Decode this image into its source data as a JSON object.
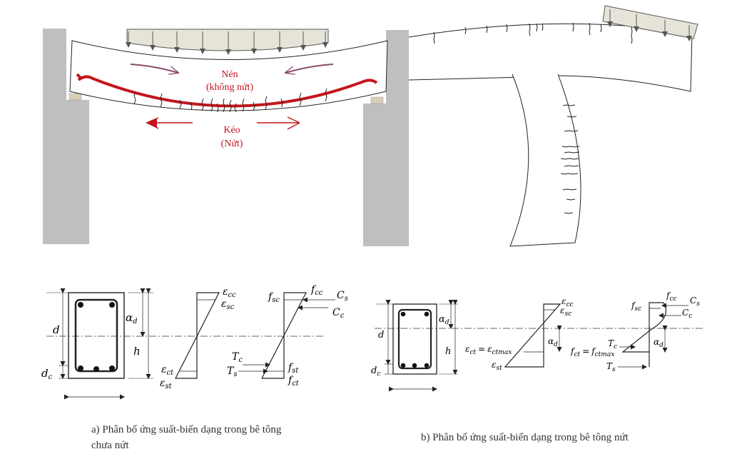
{
  "colors": {
    "support": "#bfbfbf",
    "load_fill": "#e6e4d8",
    "tension_red": "#c4151c",
    "line": "#222222",
    "crack_arrow": "#7a4a5e"
  },
  "beam": {
    "compression_label_line1": "Nén",
    "compression_label_line2": "(không nứt)",
    "tension_label_line1": "Kéo",
    "tension_label_line2": "(Nứt)"
  },
  "section_a": {
    "dim_d": "d",
    "dim_dc_main": "d",
    "dim_dc_sub": "c",
    "dim_h": "h",
    "dim_alpha_main": "α",
    "dim_alpha_sub": "d",
    "strain_top1_main": "ε",
    "strain_top1_sub": "cc",
    "strain_top2_main": "ε",
    "strain_top2_sub": "sc",
    "strain_bot1_main": "ε",
    "strain_bot1_sub": "ct",
    "strain_bot2_main": "ε",
    "strain_bot2_sub": "st",
    "stress_fsc_main": "f",
    "stress_fsc_sub": "sc",
    "stress_fcc_main": "f",
    "stress_fcc_sub": "cc",
    "force_cs_main": "C",
    "force_cs_sub": "s",
    "force_cc_main": "C",
    "force_cc_sub": "c",
    "force_tc_main": "T",
    "force_tc_sub": "c",
    "force_ts_main": "T",
    "force_ts_sub": "s",
    "stress_fst_main": "f",
    "stress_fst_sub": "st",
    "stress_fct_main": "f",
    "stress_fct_sub": "ct",
    "caption_line1": "a) Phân bố ứng suất-biến dạng trong bê tông",
    "caption_line2": "chưa nứt"
  },
  "section_b": {
    "dim_d": "d",
    "dim_dc_main": "d",
    "dim_dc_sub": "c",
    "dim_h": "h",
    "dim_alpha_main": "α",
    "dim_alpha_sub": "d",
    "strain_cc_main": "ε",
    "strain_cc_sub": "cc",
    "strain_sc_main": "ε",
    "strain_sc_sub": "sc",
    "strain_ct_main": "ε",
    "strain_ct_sub": "ct",
    "eq_sign": "=",
    "strain_ctmax_main": "ε",
    "strain_ctmax_sub": "ctmax",
    "strain_st_main": "ε",
    "strain_st_sub": "st",
    "alpha2_main": "α",
    "alpha2_sub": "d",
    "stress_fcc_main": "f",
    "stress_fcc_sub": "cc",
    "stress_fsc_main": "f",
    "stress_fsc_sub": "sc",
    "force_cs_main": "C",
    "force_cs_sub": "s",
    "force_cc_main": "C",
    "force_cc_sub": "c",
    "force_tc_main": "T",
    "force_tc_sub": "c",
    "stress_fct_main": "f",
    "stress_fct_sub": "ct",
    "stress_fctmax_main": "f",
    "stress_fctmax_sub": "ctmax",
    "alpha3_main": "α",
    "alpha3_sub": "d",
    "force_ts_main": "T",
    "force_ts_sub": "s",
    "caption": "b) Phân bố ứng suất-biến dạng trong bê tông nứt"
  }
}
